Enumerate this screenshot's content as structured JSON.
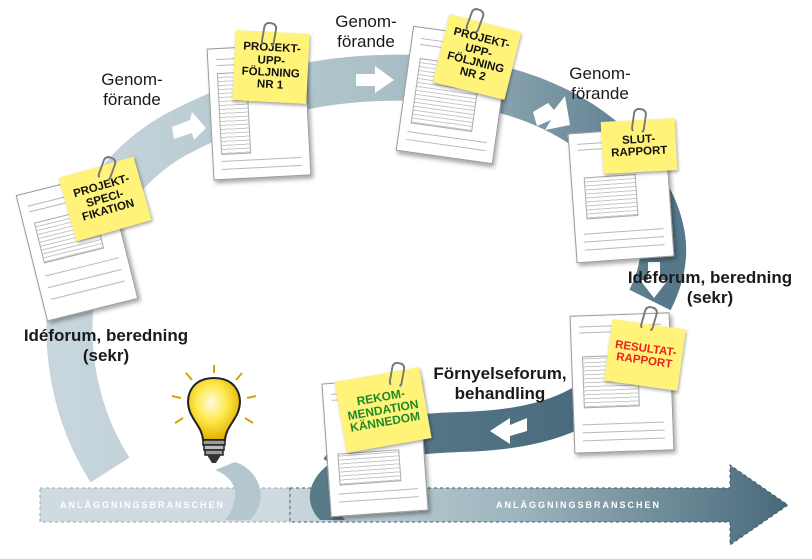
{
  "labels": {
    "genomforande_left": "Genom-\nförande",
    "genomforande_top": "Genom-\nförande",
    "genomforande_right": "Genom-\nförande",
    "ideforum_left": "Idéforum, beredning\n(sekr)",
    "ideforum_right": "Idéforum, beredning\n(sekr)",
    "fornyelse": "Förnyelseforum,\nbehandling"
  },
  "documents": [
    {
      "note": "PROJEKT-\nSPECI-\nFIKATION",
      "note_color": "#111111"
    },
    {
      "note": "PROJEKT-\nUPP-\nFÖLJNING\nNR 1",
      "note_color": "#111111"
    },
    {
      "note": "PROJEKT-\nUPP-\nFÖLJNING\nNR 2",
      "note_color": "#111111"
    },
    {
      "note": "SLUT-\nRAPPORT",
      "note_color": "#111111"
    },
    {
      "note": "RESULTAT-\nRAPPORT",
      "note_color": "#e8231f"
    },
    {
      "note": "REKOM-\nMENDATION\nKÄNNEDOM",
      "note_color": "#1e8a2a"
    }
  ],
  "band": {
    "left_text": "ANLÄGGNINGSBRANSCHEN",
    "right_text": "ANLÄGGNINGSBRANSCHEN"
  },
  "colors": {
    "loop_light": "#c4d3d9",
    "loop_dark": "#5d7e8c",
    "band_dark": "#4f6e7b",
    "note_yellow": "#fff37a",
    "bulb_yellow": "#ffe84a"
  },
  "icons": [
    "lightbulb-icon",
    "arrow-right-icon",
    "arrow-down-icon",
    "arrow-left-icon",
    "arrow-up-icon",
    "paperclip-icon"
  ]
}
